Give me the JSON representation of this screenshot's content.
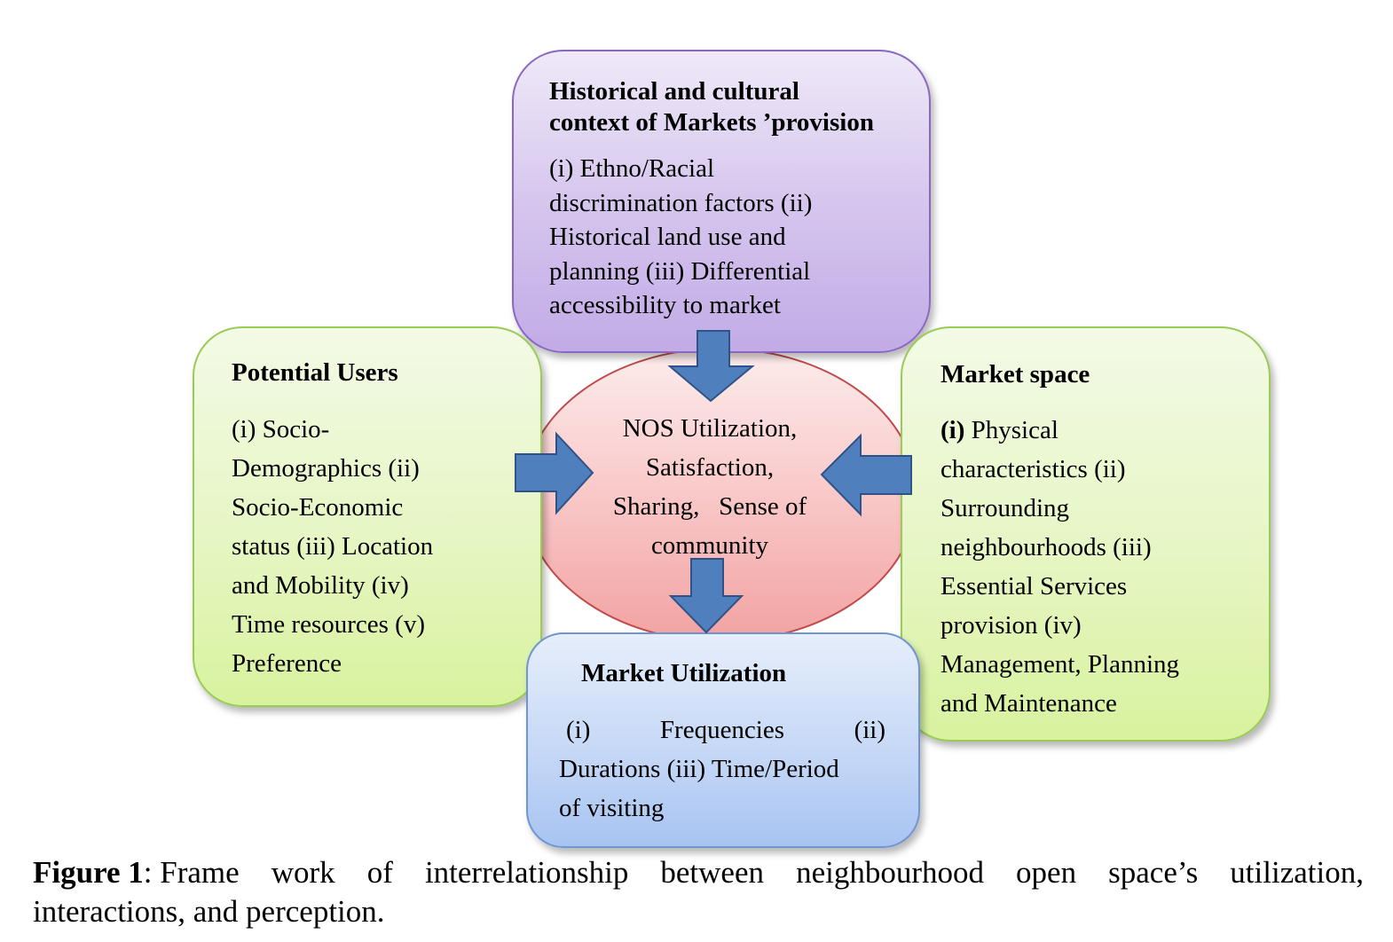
{
  "center": {
    "lines": [
      "NOS Utilization,",
      "Satisfaction,",
      "Sharing,   Sense of",
      "community"
    ]
  },
  "top_box": {
    "title_lines": [
      "Historical and cultural",
      "context of Markets ’provision"
    ],
    "body_lines": [
      "(i) Ethno/Racial",
      "discrimination factors (ii)",
      "Historical land use and",
      "planning (iii) Differential",
      "accessibility to market"
    ]
  },
  "left_box": {
    "title": "Potential Users",
    "body_lines": [
      "(i) Socio-",
      "Demographics (ii)",
      "Socio-Economic",
      "status (iii) Location",
      "and Mobility (iv)",
      "Time resources (v)",
      "Preference"
    ]
  },
  "right_box": {
    "title": "Market space",
    "first_bold": "(i)",
    "first_rest": " Physical",
    "body_lines": [
      "characteristics (ii)",
      "Surrounding",
      "neighbourhoods (iii)",
      "Essential Services",
      "provision (iv)",
      "Management, Planning",
      "and Maintenance"
    ]
  },
  "bottom_box": {
    "title": "Market Utilization",
    "line1_words": [
      "(i)",
      "Frequencies",
      "(ii)"
    ],
    "line2": "Durations (iii) Time/Period",
    "line3": "of visiting"
  },
  "caption": {
    "label": "Figure 1",
    "line1_words": [
      ": Frame",
      "work",
      "of",
      "interrelationship",
      "between",
      "neighbourhood",
      "open",
      "space’s",
      "utilization,"
    ],
    "line2": "interactions, and perception."
  },
  "colors": {
    "arrow_fill": "#4f7fbd",
    "arrow_stroke": "#2f5388",
    "ellipse_fill_top": "#fbe8e8",
    "ellipse_fill_bottom": "#f4a8a8",
    "ellipse_stroke": "#c14a4a"
  }
}
